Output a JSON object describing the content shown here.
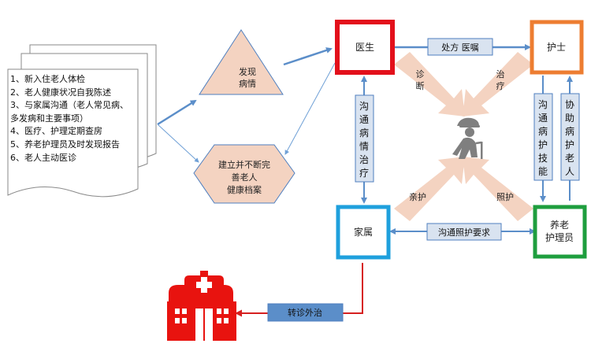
{
  "notes_list": {
    "items": [
      "1、新入住老人体检",
      "2、老人健康状况自我陈述",
      "3、与家属沟通（老人常见病、",
      "多发病和主要事项）",
      "4、医疗、护理定期查房",
      "5、养老护理员及时发现报告",
      "6、老人主动医诊"
    ]
  },
  "triangle": {
    "label_line1": "发现",
    "label_line2": "病情"
  },
  "hexagon": {
    "line1": "建立并不断完",
    "line2": "善老人",
    "line3": "健康档案"
  },
  "nodes": {
    "doctor": "医生",
    "nurse": "护士",
    "family": "家属",
    "caregiver_line1": "养老",
    "caregiver_line2": "护理员"
  },
  "arrows": {
    "doctor_nurse": "处方  医嘱",
    "family_caregiver": "沟通照护要求",
    "referral": "转诊外治",
    "doctor_family_v": [
      "沟",
      "通",
      "病",
      "情",
      "治",
      "疗"
    ],
    "nurse_caregiver_v1": [
      "沟",
      "通",
      "病",
      "护",
      "技",
      "能"
    ],
    "nurse_caregiver_v2": [
      "协",
      "助",
      "病",
      "护",
      "老",
      "人"
    ],
    "diagnose": [
      "诊",
      "断"
    ],
    "treat": [
      "治",
      "疗"
    ],
    "family_care": "亲护",
    "caregiver_care": "照护"
  },
  "colors": {
    "doctor_border": "#e3101b",
    "nurse_border": "#ed7d31",
    "family_border": "#1fa0dd",
    "caregiver_border": "#1e9e3e",
    "arrow_blue": "#5b8ec9",
    "box_fill": "#d9e3f0",
    "peach": "#f4d3c1",
    "hospital_red": "#e8130f"
  }
}
